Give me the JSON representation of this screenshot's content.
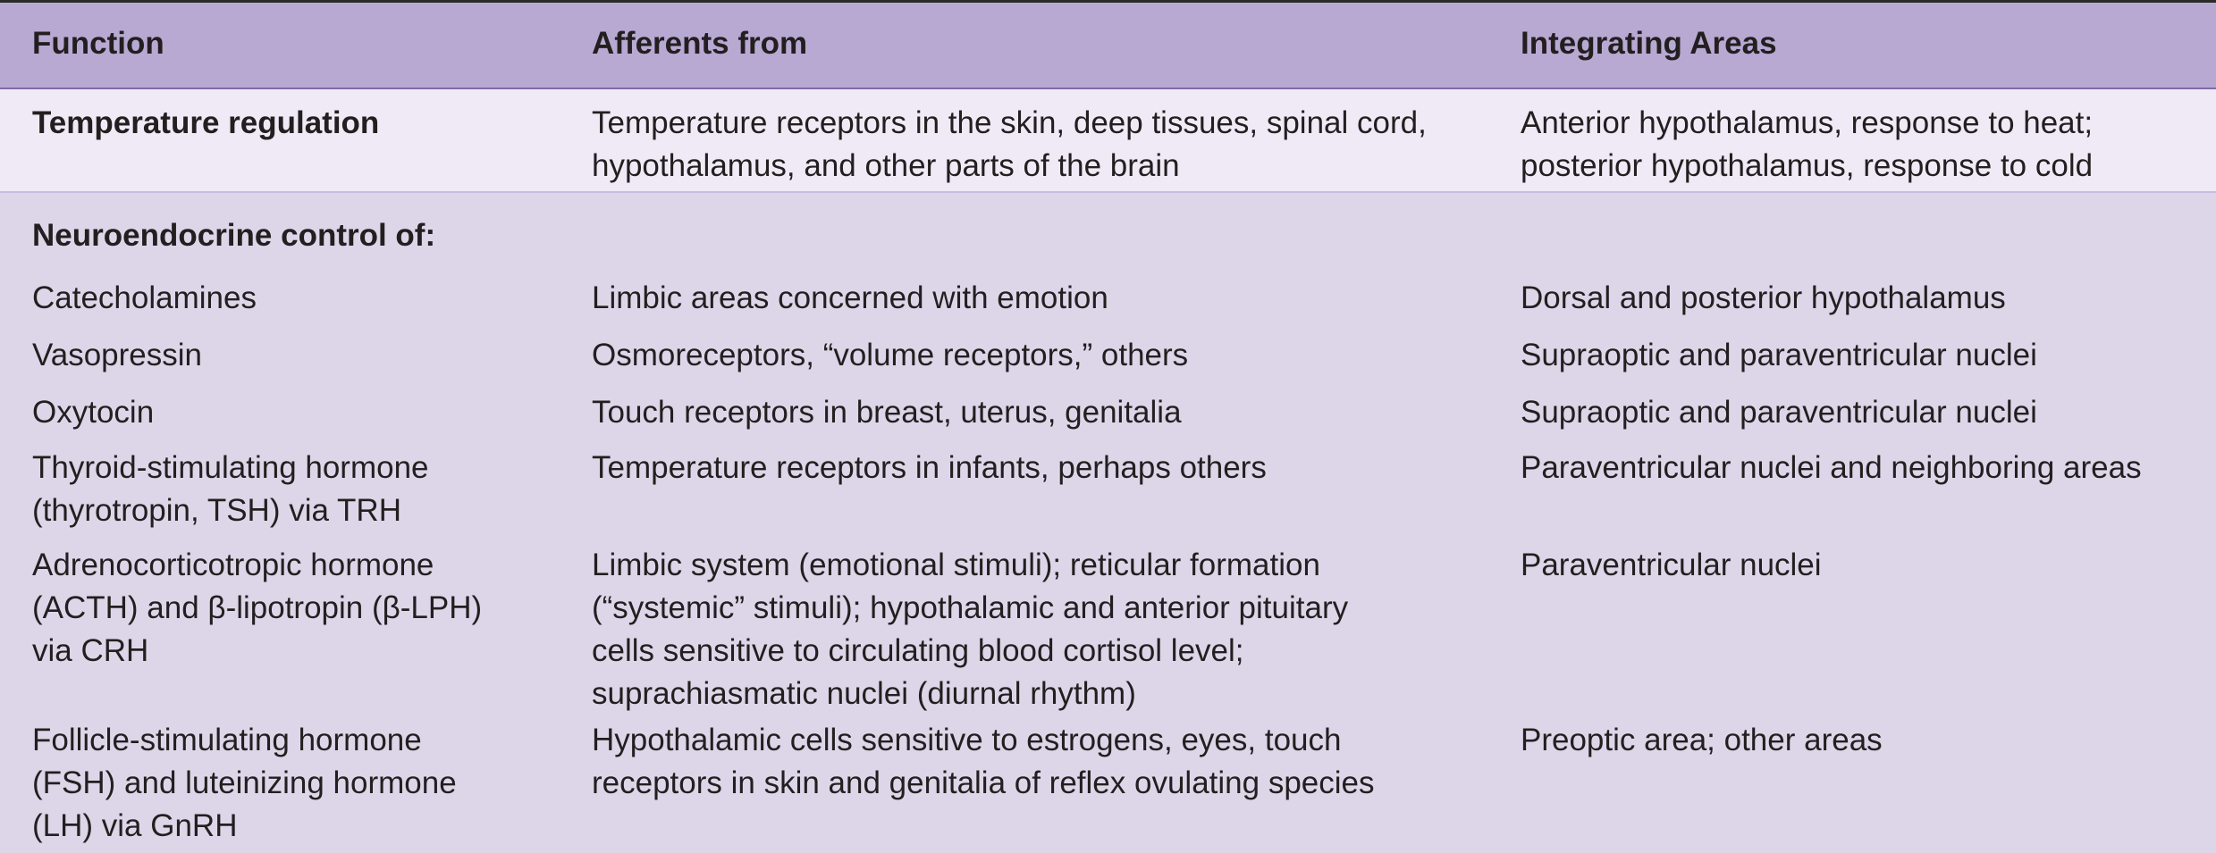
{
  "header": {
    "function": "Function",
    "afferents": "Afferents from",
    "integrating": "Integrating Areas"
  },
  "temperature_row": {
    "function": "Temperature regulation",
    "afferents": [
      "Temperature receptors in the skin, deep tissues, spinal cord,",
      "hypothalamus, and other parts of the brain"
    ],
    "integrating": [
      "Anterior hypothalamus, response to heat;",
      "posterior hypothalamus, response to cold"
    ]
  },
  "section_label": "Neuroendocrine control of:",
  "rows": [
    {
      "function": [
        "Catecholamines"
      ],
      "afferents": [
        "Limbic areas concerned with emotion"
      ],
      "integrating": [
        "Dorsal and posterior hypothalamus"
      ]
    },
    {
      "function": [
        "Vasopressin"
      ],
      "afferents": [
        "Osmoreceptors, “volume receptors,” others"
      ],
      "integrating": [
        "Supraoptic and paraventricular nuclei"
      ]
    },
    {
      "function": [
        "Oxytocin"
      ],
      "afferents": [
        "Touch receptors in breast, uterus, genitalia"
      ],
      "integrating": [
        "Supraoptic and paraventricular nuclei"
      ]
    },
    {
      "function": [
        "Thyroid-stimulating hormone",
        "(thyrotropin, TSH) via TRH"
      ],
      "afferents": [
        "Temperature receptors in infants, perhaps others"
      ],
      "integrating": [
        "Paraventricular nuclei and neighboring areas"
      ]
    },
    {
      "function": [
        "Adrenocorticotropic hormone",
        "(ACTH) and β-lipotropin (β-LPH)",
        "via CRH"
      ],
      "afferents": [
        "Limbic system (emotional stimuli); reticular formation",
        "(“systemic” stimuli); hypothalamic and anterior pituitary",
        "cells sensitive to circulating blood cortisol level;",
        "suprachiasmatic nuclei (diurnal rhythm)"
      ],
      "integrating": [
        "Paraventricular nuclei"
      ]
    },
    {
      "function": [
        "Follicle-stimulating hormone",
        "(FSH) and luteinizing hormone",
        "(LH) via GnRH"
      ],
      "afferents": [
        "Hypothalamic cells sensitive to estrogens, eyes, touch",
        "receptors in skin and genitalia of reflex ovulating species"
      ],
      "integrating": [
        "Preoptic area; other areas"
      ]
    }
  ]
}
